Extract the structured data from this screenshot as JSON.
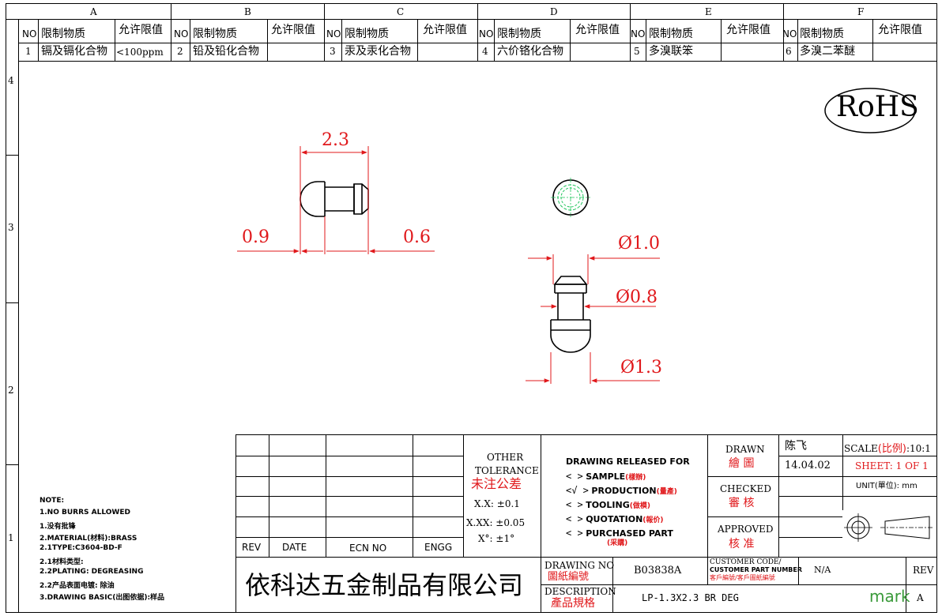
{
  "zones": {
    "columns": [
      "A",
      "B",
      "C",
      "D",
      "E",
      "F"
    ],
    "rows": [
      "4",
      "3",
      "2",
      "1"
    ]
  },
  "restriction_table": {
    "header": {
      "no": "NO",
      "substance": "限制物质",
      "limit": "允许限值"
    },
    "items": [
      {
        "no": "1",
        "substance": "镉及镉化合物",
        "limit": "<100ppm"
      },
      {
        "no": "2",
        "substance": "铅及铅化合物",
        "limit": ""
      },
      {
        "no": "3",
        "substance": "汞及汞化合物",
        "limit": ""
      },
      {
        "no": "4",
        "substance": "六价铬化合物",
        "limit": ""
      },
      {
        "no": "5",
        "substance": "多溴联笨",
        "limit": ""
      },
      {
        "no": "6",
        "substance": "多溴二苯醚",
        "limit": ""
      }
    ]
  },
  "rohs_mark": "RoHS",
  "dimensions": {
    "length": "2.3",
    "head_len": "0.9",
    "tail_len": "0.6",
    "dia_tip": "Ø1.0",
    "dia_shank": "Ø0.8",
    "dia_head": "Ø1.3"
  },
  "notes": [
    "NOTE:",
    "1.NO BURRS ALLOWED",
    "1.没有批锋",
    "2.MATERIAL(材料):BRASS",
    "2.1TYPE:C3604-BD-F",
    "2.1材料类型:",
    "2.2PLATING: DEGREASING",
    "2.2产品表面电镀: 除油",
    "3.DRAWING BASIC(出图依据):样品"
  ],
  "revision_table": {
    "rev": "REV",
    "date": "DATE",
    "ecn": "ECN NO",
    "engg": "ENGG"
  },
  "tolerance": {
    "title1": "OTHER",
    "title2": "TOLERANCE",
    "title_cn": "未注公差",
    "xx": "X.X: ±0.1",
    "xxx": "X.XX: ±0.05",
    "angle": "X°: ±1°"
  },
  "release": {
    "title": "DRAWING RELEASED FOR",
    "items": [
      {
        "mark": "<   >",
        "label": "SAMPLE",
        "cn": "(樣辦)"
      },
      {
        "mark": "<√  >",
        "label": "PRODUCTION",
        "cn": "(量產)"
      },
      {
        "mark": "<   >",
        "label": "TOOLING",
        "cn": "(做模)"
      },
      {
        "mark": "<   >",
        "label": "QUOTATION",
        "cn": "(報价)"
      },
      {
        "mark": "<   >",
        "label": "PURCHASED PART",
        "cn": "(采購)"
      }
    ]
  },
  "signoff": {
    "drawn": "DRAWN",
    "drawn_cn": "繪 圖",
    "checked": "CHECKED",
    "checked_cn": "審 核",
    "approved": "APPROVED",
    "approved_cn": "核 准",
    "drawer": "陈飞",
    "date": "14.04.02"
  },
  "scale": {
    "label": "SCALE",
    "label_cn": "(比例)",
    "value": ":10:1"
  },
  "sheet": {
    "text": "SHEET:  1 OF 1"
  },
  "unit": {
    "text": "UNIT(單位): mm"
  },
  "company": "依科达五金制品有限公司",
  "drawing_no": {
    "label": "DRAWING NO",
    "label_cn": "圖紙編號",
    "value": "B03838A"
  },
  "customer": {
    "label1": "CUSTOMER CODE/",
    "label2": "CUSTOMER PART NUMBER",
    "label_cn": "客戶編號/客戶圖紙編號",
    "value": "N/A"
  },
  "rev_block": {
    "label": "REV",
    "value": "A"
  },
  "description": {
    "label": "DESCRIPTION",
    "label_cn": "產品規格",
    "value": "LP-1.3X2.3 BR DEG"
  },
  "watermark": "mark",
  "colors": {
    "dimension": "#e0181b",
    "centerline": "#22c55e",
    "watermark": "#3a9a3a"
  }
}
